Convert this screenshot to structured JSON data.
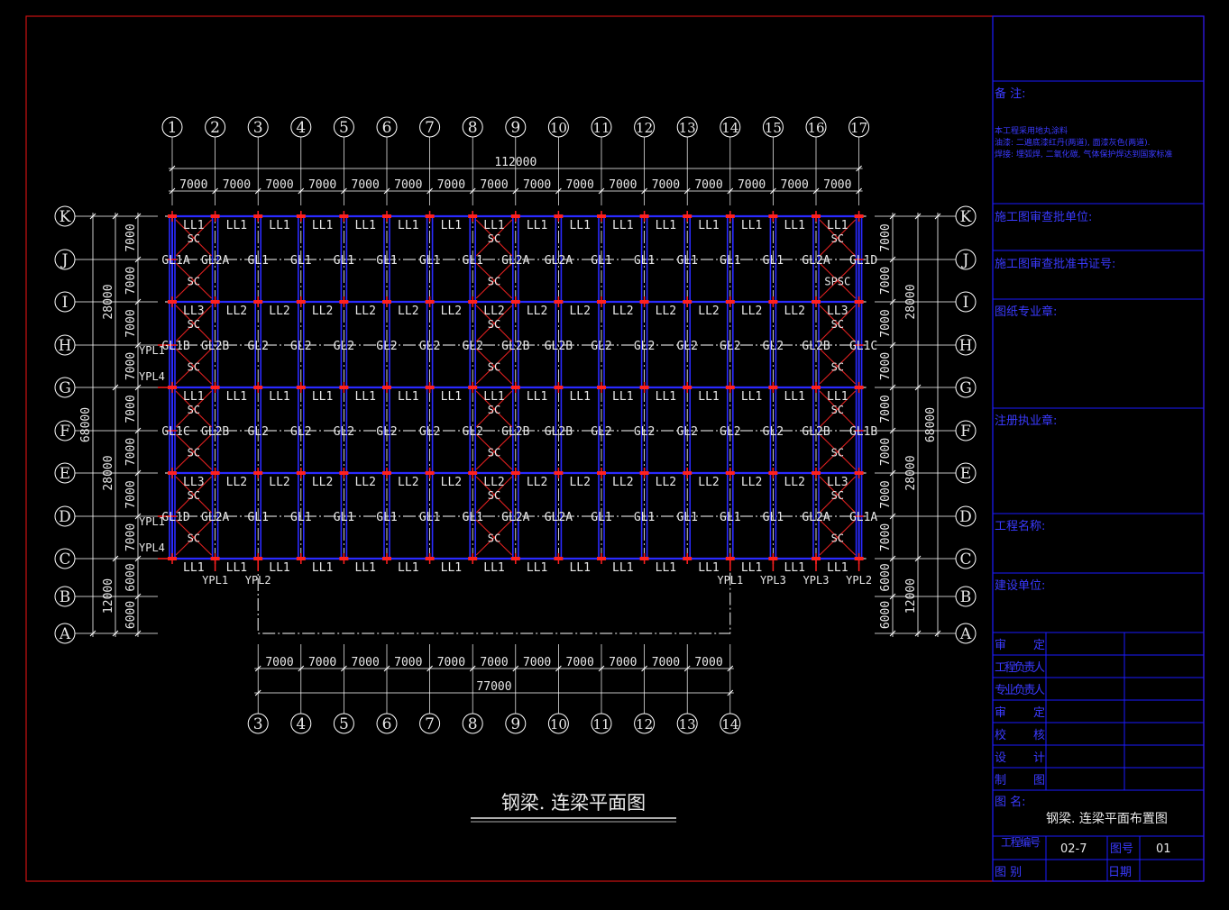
{
  "colors": {
    "background": "#000000",
    "frame": "#cc1111",
    "title_block": "#1a1aff",
    "grid_line": "#ffffff",
    "beam": "#2a2aff",
    "column": "#ff2020",
    "brace": "#e02020",
    "label": "#e8e8e8",
    "note_text": "#4d4dff"
  },
  "top_axes": [
    "1",
    "2",
    "3",
    "4",
    "5",
    "6",
    "7",
    "8",
    "9",
    "10",
    "11",
    "12",
    "13",
    "14",
    "15",
    "16",
    "17"
  ],
  "bottom_axes": [
    "3",
    "4",
    "5",
    "6",
    "7",
    "8",
    "9",
    "10",
    "11",
    "12",
    "13",
    "14"
  ],
  "row_axes": [
    "K",
    "J",
    "I",
    "H",
    "G",
    "F",
    "E",
    "D",
    "C",
    "B",
    "A"
  ],
  "dims": {
    "top_total": "112000",
    "top_bay": "7000",
    "bottom_total": "77000",
    "bottom_bay": "7000",
    "row_bay": "7000",
    "row_6000": "6000",
    "side_28000": "28000",
    "side_12000": "12000",
    "side_68000": "68000"
  },
  "lianliang_rows": {
    "K": [
      "LL1",
      "LL1",
      "LL1",
      "LL1",
      "LL1",
      "LL1",
      "LL1",
      "LL1",
      "LL1",
      "LL1",
      "LL1",
      "LL1",
      "LL1",
      "LL1",
      "LL1",
      "LL1"
    ],
    "I": [
      "LL3",
      "LL2",
      "LL2",
      "LL2",
      "LL2",
      "LL2",
      "LL2",
      "LL2",
      "LL2",
      "LL2",
      "LL2",
      "LL2",
      "LL2",
      "LL2",
      "LL2",
      "LL3"
    ],
    "G": [
      "LL1",
      "LL1",
      "LL1",
      "LL1",
      "LL1",
      "LL1",
      "LL1",
      "LL1",
      "LL1",
      "LL1",
      "LL1",
      "LL1",
      "LL1",
      "LL1",
      "LL1",
      "LL1"
    ],
    "E": [
      "LL3",
      "LL2",
      "LL2",
      "LL2",
      "LL2",
      "LL2",
      "LL2",
      "LL2",
      "LL2",
      "LL2",
      "LL2",
      "LL2",
      "LL2",
      "LL2",
      "LL2",
      "LL3"
    ],
    "C": [
      "LL1",
      "LL1",
      "LL1",
      "LL1",
      "LL1",
      "LL1",
      "LL1",
      "LL1",
      "LL1",
      "LL1",
      "LL1",
      "LL1",
      "LL1",
      "LL1",
      "LL1",
      "LL1"
    ]
  },
  "girder_rows": {
    "J": [
      "GL1A",
      "GL2A",
      "GL1",
      "GL1",
      "GL1",
      "GL1",
      "GL1",
      "GL1",
      "GL2A",
      "GL2A",
      "GL1",
      "GL1",
      "GL1",
      "GL1",
      "GL1",
      "GL2A",
      "GL1D"
    ],
    "H": [
      "GL1B",
      "GL2B",
      "GL2",
      "GL2",
      "GL2",
      "GL2",
      "GL2",
      "GL2",
      "GL2B",
      "GL2B",
      "GL2",
      "GL2",
      "GL2",
      "GL2",
      "GL2",
      "GL2B",
      "GL1C"
    ],
    "F": [
      "GL1C",
      "GL2B",
      "GL2",
      "GL2",
      "GL2",
      "GL2",
      "GL2",
      "GL2",
      "GL2B",
      "GL2B",
      "GL2",
      "GL2",
      "GL2",
      "GL2",
      "GL2",
      "GL2B",
      "GL1B"
    ],
    "D": [
      "GL1D",
      "GL2A",
      "GL1",
      "GL1",
      "GL1",
      "GL1",
      "GL1",
      "GL1",
      "GL2A",
      "GL2A",
      "GL1",
      "GL1",
      "GL1",
      "GL1",
      "GL1",
      "GL2A",
      "GL1A"
    ]
  },
  "brace_label": "SC",
  "brace_label_sp": "SPSC",
  "ypl_left": [
    "YPL1",
    "YPL4",
    "YPL1",
    "YPL4"
  ],
  "ypl_bottom": [
    "YPL1",
    "YPL2",
    "YPL1",
    "YPL3",
    "YPL3",
    "YPL2"
  ],
  "drawing_title": "钢梁. 连梁平面图",
  "title_block": {
    "remarks_label": "备    注:",
    "remarks_lines": [
      "本工程采用地丸涂料",
      "油漆: 二遍底漆红丹(两道), 面漆灰色(两道).",
      "焊接: 埋弧焊, 二氧化碳, 气体保护焊达到国家标准"
    ],
    "review_unit": "施工图审查批单位:",
    "review_cert": "施工图审查批准书证号:",
    "professional_seal": "图纸专业章:",
    "registered_seal": "注册执业章:",
    "project_name": "工程名称:",
    "construction_unit": "建设单位:",
    "sign_rows": [
      "审    定",
      "工程负责人",
      "专业负责人",
      "审    定",
      "校    核",
      "设    计",
      "制    图"
    ],
    "drawing_name_label": "图    名:",
    "drawing_name": "钢梁. 连梁平面布置图",
    "project_no_label": "工程编号",
    "project_no": "02-7",
    "sheet_no_label": "图号",
    "sheet_no": "01",
    "category_label": "图    别",
    "date_label": "日期"
  }
}
